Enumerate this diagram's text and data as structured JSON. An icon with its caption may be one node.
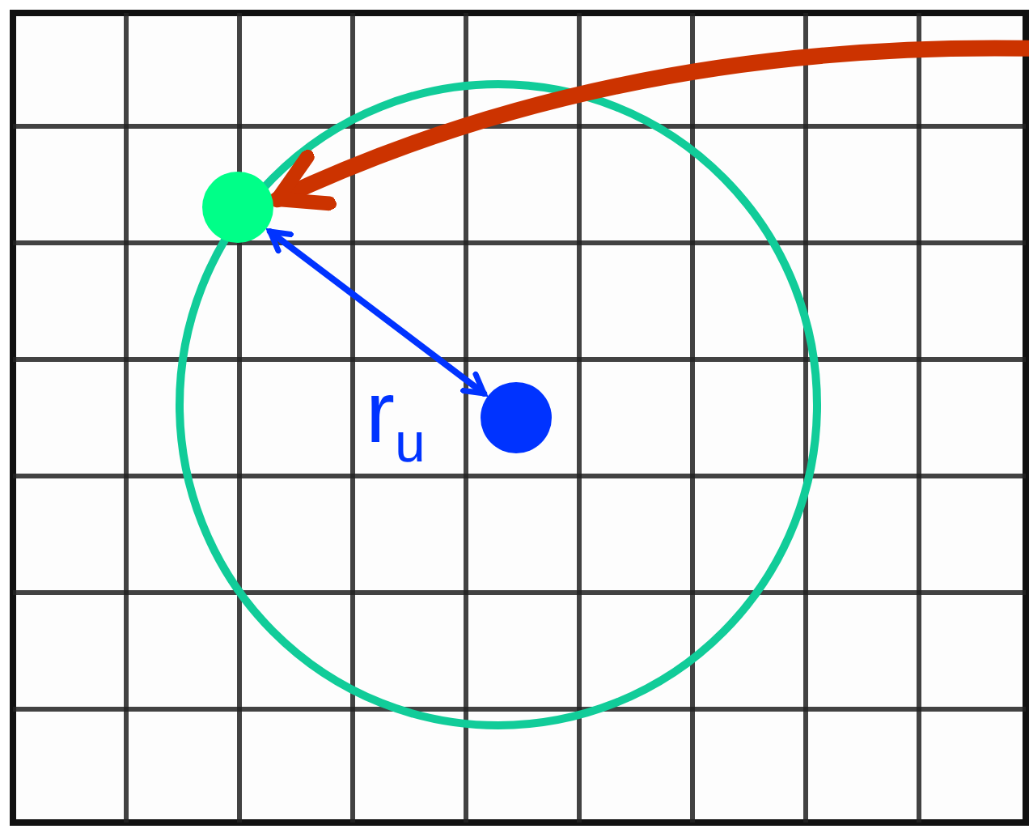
{
  "diagram": {
    "nodes": [
      {
        "text": [],
        "shape": "circle"
      },
      {
        "text": [],
        "shape": "circle"
      }
    ],
    "edges": [
      {
        "from": null,
        "to": 0,
        "arrow": "to",
        "style": "thick",
        "color": "#cc3300"
      },
      {
        "from": 0,
        "to": 1,
        "arrow": "both",
        "label": "r$_{u}$",
        "color": "#0033ff"
      }
    ]
  }
}
